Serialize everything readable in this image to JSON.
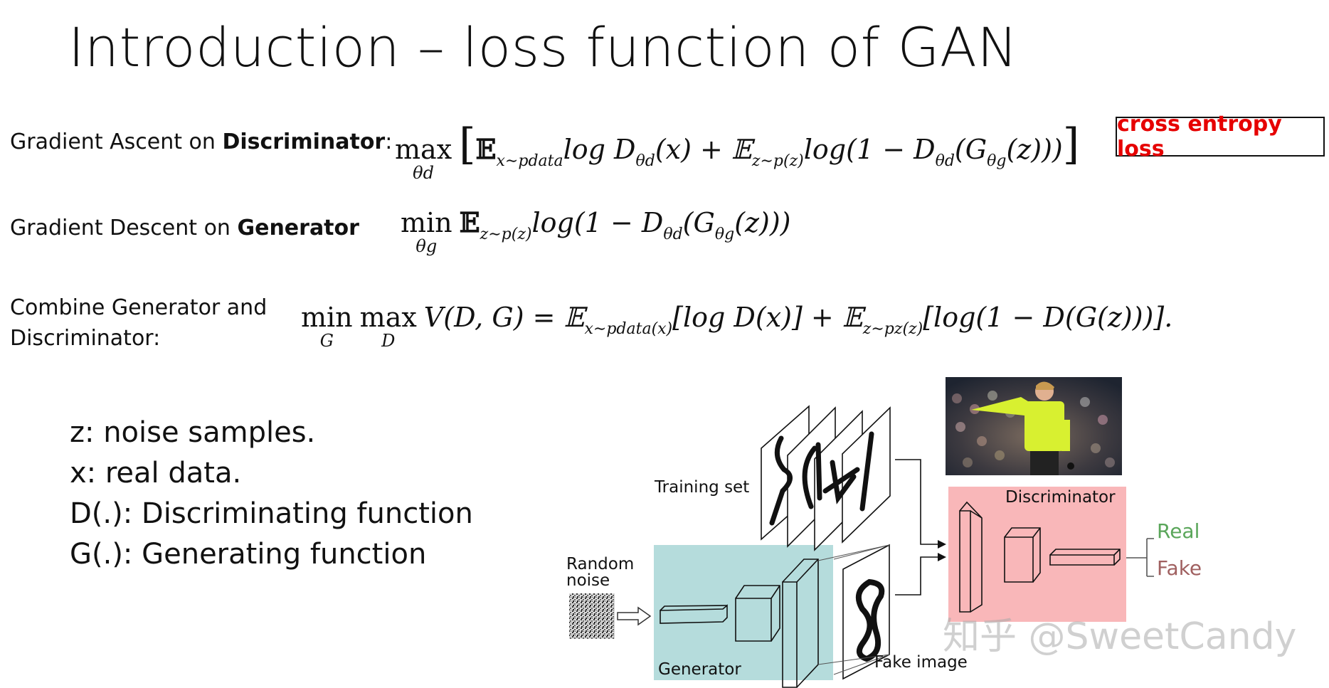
{
  "slide": {
    "title": "Introduction – loss function of GAN"
  },
  "rows": {
    "ascent": {
      "label_prefix": "Gradient Ascent on ",
      "label_bold": "Discriminator",
      "label_suffix": ":",
      "max_op": "max",
      "max_under": "θd",
      "formula_part1": "𝔼",
      "sub1": "x∼pdata",
      "formula_part2": " log D",
      "sub2": "θd",
      "formula_part3": "(x) + 𝔼",
      "sub3": "z∼p(z)",
      "formula_part4": " log(1 − D",
      "sub4": "θd",
      "formula_part5": "(G",
      "sub5": "θg",
      "formula_part6": "(z)))",
      "bracket_open": "[",
      "bracket_close": "]",
      "annotation": "cross entropy loss",
      "annotation_color": "#e60000"
    },
    "descent": {
      "label_prefix": "Gradient Descent on ",
      "label_bold": "Generator",
      "min_op": "min",
      "min_under": "θg",
      "formula_part1": "𝔼",
      "sub1": "z∼p(z)",
      "formula_part2": " log(1 − D",
      "sub2": "θd",
      "formula_part3": "(G",
      "sub3": "θg",
      "formula_part4": "(z)))"
    },
    "combine": {
      "label_line1": "Combine Generator and",
      "label_line2": "Discriminator:",
      "min_op": "min",
      "min_under": "G",
      "max_op": "max",
      "max_under": "D",
      "formula_part1": "V(D, G) = 𝔼",
      "sub1": "x∼pdata(x)",
      "formula_part2": "[log D(x)] + 𝔼",
      "sub2": "z∼pz(z)",
      "formula_part3": "[log(1 − D(G(z)))]."
    }
  },
  "definitions": [
    "z: noise samples.",
    "x: real data.",
    "D(.): Discriminating function",
    "G(.): Generating function"
  ],
  "diagram": {
    "training_set": "Training set",
    "random_noise_line1": "Random",
    "random_noise_line2": "noise",
    "generator": "Generator",
    "fake_image": "Fake image",
    "discriminator": "Discriminator",
    "real": "Real",
    "fake": "Fake",
    "real_color": "#5aa65a",
    "fake_color": "#a06060",
    "generator_bg": "#b5dcdc",
    "discriminator_bg": "#f9b7b9",
    "watermark": "知乎 @SweetCandy"
  }
}
